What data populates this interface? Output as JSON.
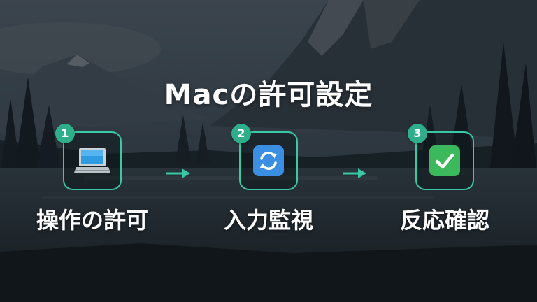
{
  "title": "Macの許可設定",
  "steps": [
    {
      "number": "1",
      "label": "操作の許可",
      "icon": "laptop-icon"
    },
    {
      "number": "2",
      "label": "入力監視",
      "icon": "refresh-icon"
    },
    {
      "number": "3",
      "label": "反応確認",
      "icon": "check-icon"
    }
  ],
  "colors": {
    "accent": "#39c9a4",
    "badge": "#2fae8b",
    "text": "#ffffff"
  }
}
